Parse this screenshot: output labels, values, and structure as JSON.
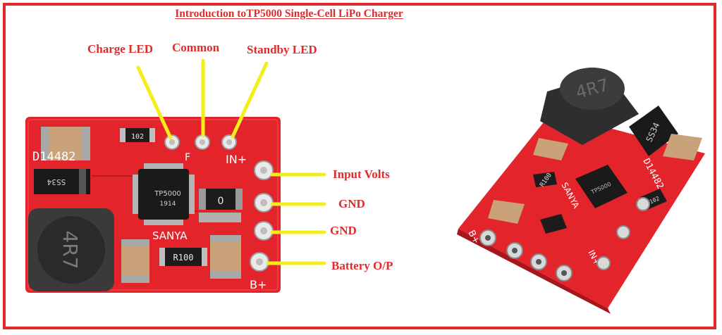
{
  "title": "Introduction toTP5000 Single-Cell LiPo Charger",
  "top_labels": {
    "charge_led": "Charge LED",
    "common": "Common",
    "standby_led": "Standby LED"
  },
  "side_labels": {
    "input_volts": "Input Volts",
    "gnd_1": "GND",
    "gnd_2": "GND",
    "battery_op": "Battery O/P"
  },
  "board_left": {
    "ref_text": "D14482",
    "ic_brand": "TP5000",
    "ic_code": "1914",
    "maker": "SANYA",
    "inductor": "4R7",
    "resistor": "R100",
    "diode": "SS34",
    "res_small": "102",
    "cap_mark": "0",
    "in_plus": "IN+",
    "b_plus": "B+",
    "f_mark": "F"
  },
  "board_right": {
    "inductor": "4R7",
    "diode": "SS34",
    "resistor": "R100",
    "maker": "SANYA",
    "ref_text": "D14482",
    "res_small": "102",
    "b_plus": "B+",
    "in_plus": "IN+"
  },
  "colors": {
    "frame": "#e32a2a",
    "label_text": "#e32a2a",
    "pointer": "#f4ef1c",
    "pcb": "#e3252b"
  }
}
